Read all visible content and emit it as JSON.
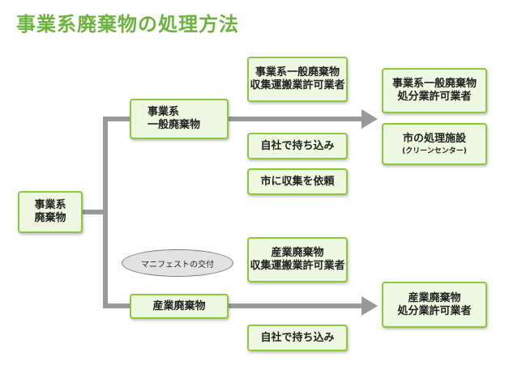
{
  "title": "事業系廃棄物の処理方法",
  "colors": {
    "title": "#6cb33e",
    "box_border": "#8dc63f",
    "box_fill": "#eef7df",
    "connector": "#999999",
    "oval_fill": "#e2e2e2"
  },
  "nodes": {
    "root": [
      "事業系",
      "廃棄物"
    ],
    "general": [
      "事業系",
      "一般廃棄物"
    ],
    "industrial": [
      "産業廃棄物"
    ],
    "general_transport": [
      "事業系一般廃棄物",
      "収集運搬業許可業者"
    ],
    "general_self": [
      "自社で持ち込み"
    ],
    "general_city": [
      "市に収集を依頼"
    ],
    "general_disposal": [
      "事業系一般廃棄物",
      "処分業許可業者"
    ],
    "city_facility": [
      "市の処理施設"
    ],
    "city_facility_note": "(クリーンセンター)",
    "industrial_transport": [
      "産業廃棄物",
      "収集運搬業許可業者"
    ],
    "industrial_self": [
      "自社で持ち込み"
    ],
    "industrial_disposal": [
      "産業廃棄物",
      "処分業許可業者"
    ],
    "manifest": "マニフェストの交付"
  }
}
